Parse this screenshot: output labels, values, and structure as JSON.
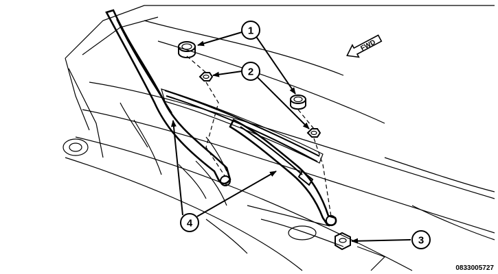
{
  "diagram": {
    "callouts": [
      {
        "id": "callout-1",
        "label": "1"
      },
      {
        "id": "callout-2",
        "label": "2"
      },
      {
        "id": "callout-3",
        "label": "3"
      },
      {
        "id": "callout-4",
        "label": "4"
      }
    ],
    "direction_label": "FWD",
    "figure_id": "0833005727"
  },
  "colors": {
    "line": "#000000",
    "background": "#ffffff",
    "callout_fill": "#ffffff"
  }
}
